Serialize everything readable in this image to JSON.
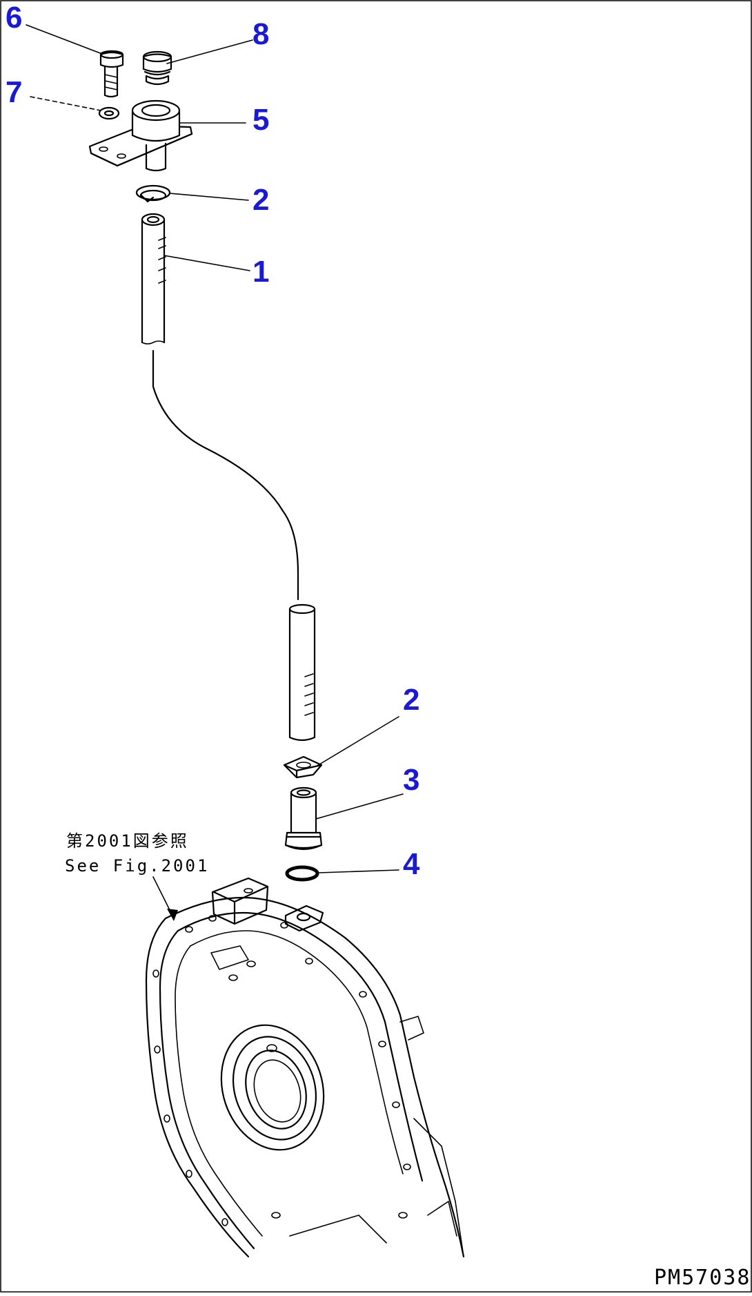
{
  "callouts": [
    {
      "id": "c6",
      "label": "6"
    },
    {
      "id": "c8",
      "label": "8"
    },
    {
      "id": "c7",
      "label": "7"
    },
    {
      "id": "c5",
      "label": "5"
    },
    {
      "id": "c2a",
      "label": "2"
    },
    {
      "id": "c1",
      "label": "1"
    },
    {
      "id": "c2b",
      "label": "2"
    },
    {
      "id": "c3",
      "label": "3"
    },
    {
      "id": "c4",
      "label": "4"
    }
  ],
  "reference": {
    "line_jp": "第2001図参照",
    "line_en": "See Fig.2001"
  },
  "drawing_code": "PM57038",
  "colors": {
    "callout": "#1a1ad6",
    "line": "#000000",
    "background": "#ffffff"
  }
}
